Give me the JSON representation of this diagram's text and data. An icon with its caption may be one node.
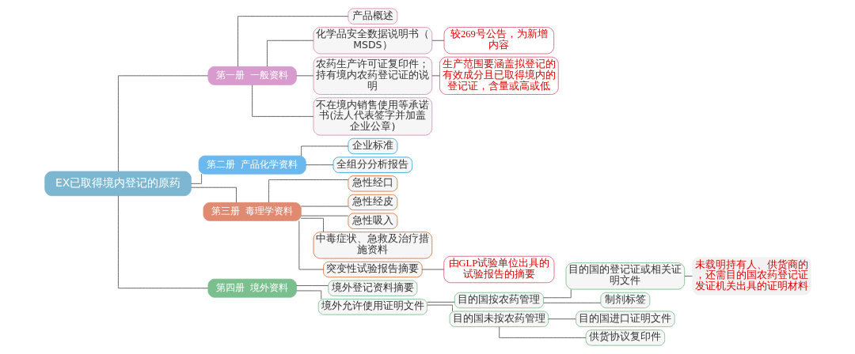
{
  "diagram": {
    "nodes": [
      {
        "text": [
          "EX已取得境内登记的原药"
        ]
      },
      {
        "text": [
          "第一册  一般资料"
        ]
      },
      {
        "text": [
          "产品概述"
        ]
      },
      {
        "text": [
          "化学品安全数据说明书（MSDS）"
        ]
      },
      {
        "text": [
          "较269号公告，为新增内容"
        ]
      },
      {
        "text": [
          "农药生产许可证复印件；持有境内农药登记证的说明"
        ]
      },
      {
        "text": [
          "生产范围要涵盖拟登记的有效成分且已取得境内的登记证，含量或高或低"
        ]
      },
      {
        "text": [
          "不在境内销售使用等承诺书(法人代表签字并加盖企业公章)"
        ]
      },
      {
        "text": [
          "第二册  产品化学资料"
        ]
      },
      {
        "text": [
          "企业标准"
        ]
      },
      {
        "text": [
          "全组分分析报告"
        ]
      },
      {
        "text": [
          "第三册  毒理学资料"
        ]
      },
      {
        "text": [
          "急性经口"
        ]
      },
      {
        "text": [
          "急性经皮"
        ]
      },
      {
        "text": [
          "急性吸入"
        ]
      },
      {
        "text": [
          "中毒症状、急救及治疗措施资料"
        ]
      },
      {
        "text": [
          "突变性试验报告摘要"
        ]
      },
      {
        "text": [
          "由GLP试验单位出具的试验报告的摘要"
        ]
      },
      {
        "text": [
          "第四册  境外资料"
        ]
      },
      {
        "text": [
          "境外登记资料摘要"
        ]
      },
      {
        "text": [
          "境外允许使用证明文件"
        ]
      },
      {
        "text": [
          "目的国按农药管理"
        ]
      },
      {
        "text": [
          "目的国的登记证或相关证明文件"
        ]
      },
      {
        "text": [
          "未载明持有人、供货商的，还需目的国农药登记证发证机关出具的证明材料"
        ]
      },
      {
        "text": [
          "制剂标签"
        ]
      },
      {
        "text": [
          "目的国未按农药管理"
        ]
      },
      {
        "text": [
          "目的国进口证明文件"
        ]
      },
      {
        "text": [
          "供货协议复印件"
        ]
      }
    ],
    "edges": [
      {
        "from": 0,
        "to": 1,
        "arrow": "none"
      },
      {
        "from": 1,
        "to": 2,
        "arrow": "none"
      },
      {
        "from": 1,
        "to": 3,
        "arrow": "none"
      },
      {
        "from": 3,
        "to": 4,
        "arrow": "none"
      },
      {
        "from": 1,
        "to": 5,
        "arrow": "none"
      },
      {
        "from": 5,
        "to": 6,
        "arrow": "none"
      },
      {
        "from": 1,
        "to": 7,
        "arrow": "none"
      },
      {
        "from": 0,
        "to": 8,
        "arrow": "none"
      },
      {
        "from": 8,
        "to": 9,
        "arrow": "none"
      },
      {
        "from": 8,
        "to": 10,
        "arrow": "none"
      },
      {
        "from": 0,
        "to": 11,
        "arrow": "none"
      },
      {
        "from": 11,
        "to": 12,
        "arrow": "none"
      },
      {
        "from": 11,
        "to": 13,
        "arrow": "none"
      },
      {
        "from": 11,
        "to": 14,
        "arrow": "none"
      },
      {
        "from": 11,
        "to": 15,
        "arrow": "none"
      },
      {
        "from": 11,
        "to": 16,
        "arrow": "none"
      },
      {
        "from": 16,
        "to": 17,
        "arrow": "none"
      },
      {
        "from": 0,
        "to": 18,
        "arrow": "none"
      },
      {
        "from": 18,
        "to": 19,
        "arrow": "none"
      },
      {
        "from": 18,
        "to": 20,
        "arrow": "none"
      },
      {
        "from": 20,
        "to": 21,
        "arrow": "none"
      },
      {
        "from": 21,
        "to": 22,
        "arrow": "none"
      },
      {
        "from": 22,
        "to": 23,
        "arrow": "none"
      },
      {
        "from": 21,
        "to": 24,
        "arrow": "none"
      },
      {
        "from": 20,
        "to": 25,
        "arrow": "none"
      },
      {
        "from": 25,
        "to": 26,
        "arrow": "none"
      },
      {
        "from": 25,
        "to": 27,
        "arrow": "none"
      }
    ]
  }
}
